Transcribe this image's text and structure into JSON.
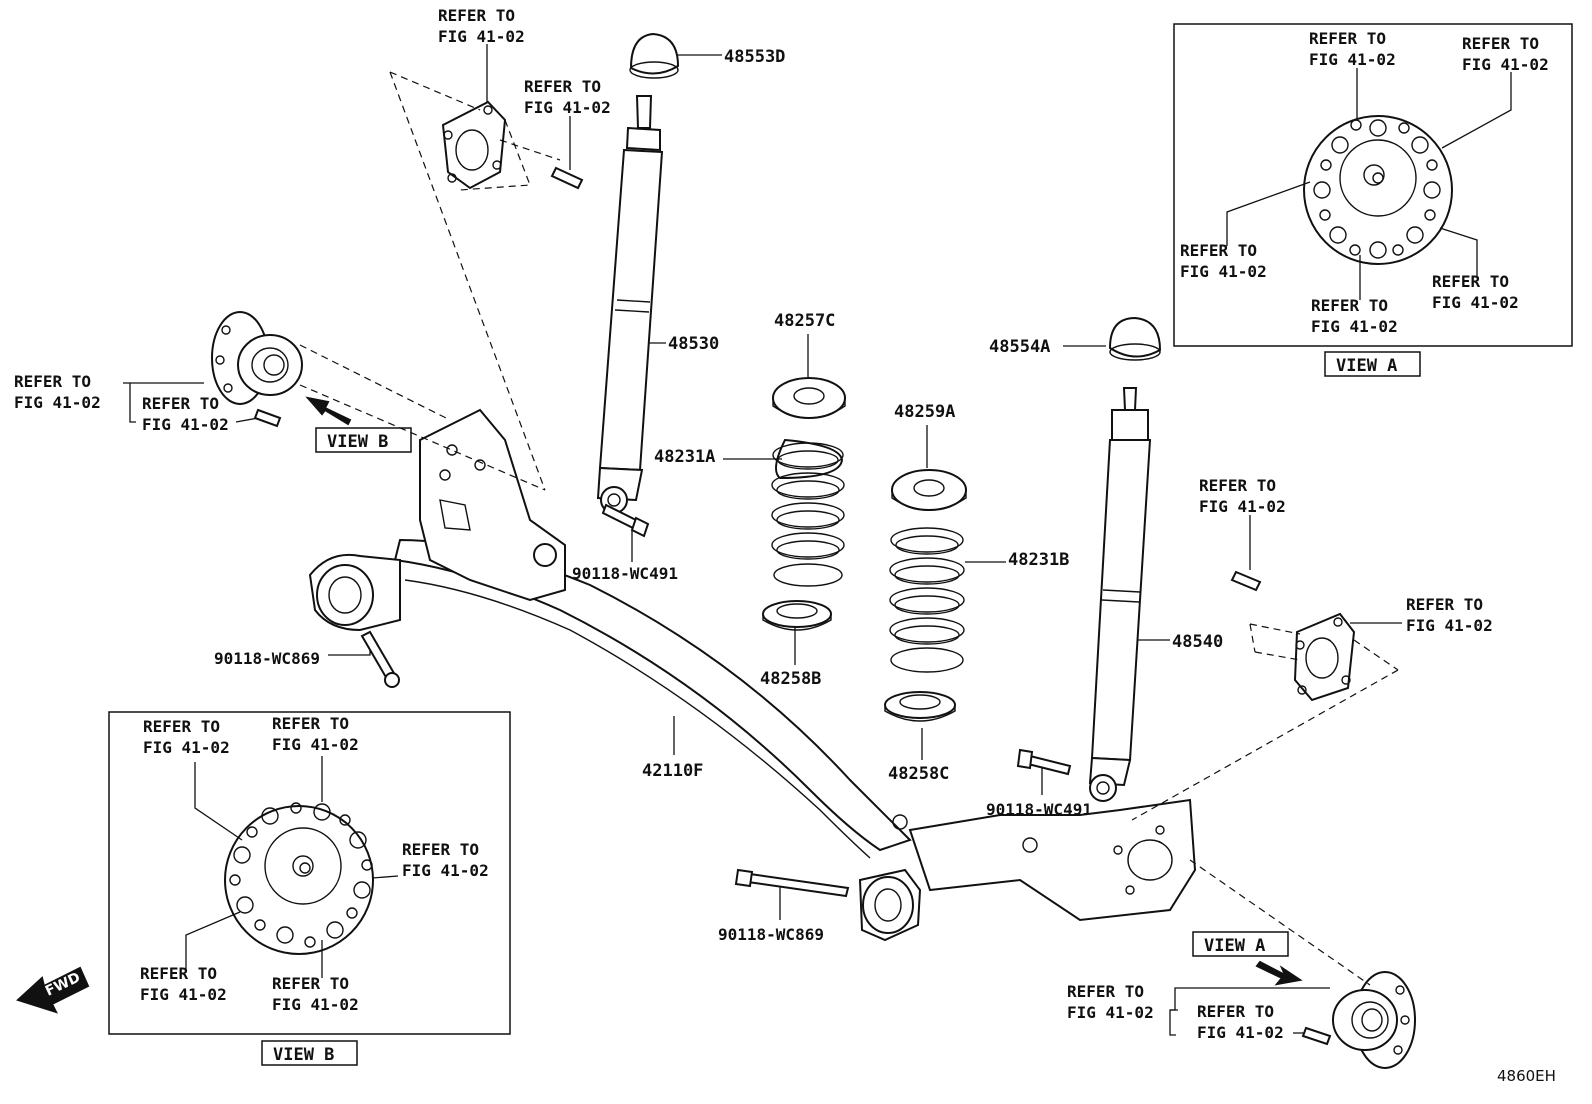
{
  "refer_text": [
    "REFER TO",
    "FIG 41-02"
  ],
  "view_a_label": "VIEW A",
  "view_b_label": "VIEW B",
  "fwd_label": "FWD",
  "diagram_code": "4860EH",
  "parts": {
    "p48553D": "48553D",
    "p48530": "48530",
    "p48257C": "48257C",
    "p48231A": "48231A",
    "p48258B": "48258B",
    "p48259A": "48259A",
    "p48231B": "48231B",
    "p48258C": "48258C",
    "p48554A": "48554A",
    "p48540": "48540",
    "p42110F": "42110F",
    "p90118_WC491_left": "90118-WC491",
    "p90118_WC491_right": "90118-WC491",
    "p90118_WC869_left": "90118-WC869",
    "p90118_WC869_bottom": "90118-WC869"
  }
}
